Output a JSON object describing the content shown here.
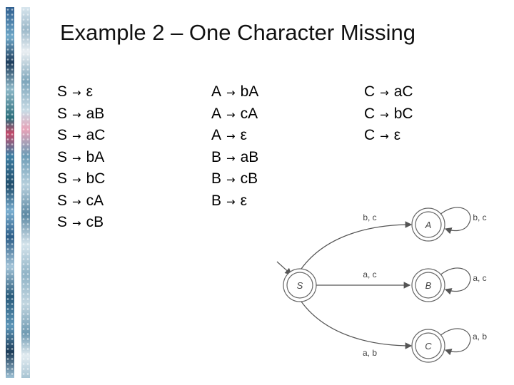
{
  "title": "Example 2 – One Character Missing",
  "arrow_symbol": "→",
  "rules": {
    "column1": [
      {
        "lhs": "S",
        "rhs": "ε"
      },
      {
        "lhs": "S",
        "rhs": "aB"
      },
      {
        "lhs": "S",
        "rhs": "aC"
      },
      {
        "lhs": "S",
        "rhs": "bA"
      },
      {
        "lhs": "S",
        "rhs": "bC"
      },
      {
        "lhs": "S",
        "rhs": "cA"
      },
      {
        "lhs": "S",
        "rhs": "cB"
      }
    ],
    "column2": [
      {
        "lhs": "A",
        "rhs": "bA"
      },
      {
        "lhs": "A",
        "rhs": "cA"
      },
      {
        "lhs": "A",
        "rhs": "ε"
      },
      {
        "lhs": "B",
        "rhs": "aB"
      },
      {
        "lhs": "B",
        "rhs": "cB"
      },
      {
        "lhs": "B",
        "rhs": "ε"
      }
    ],
    "column3": [
      {
        "lhs": "C",
        "rhs": "aC"
      },
      {
        "lhs": "C",
        "rhs": "bC"
      },
      {
        "lhs": "C",
        "rhs": "ε"
      }
    ]
  },
  "automaton": {
    "states": [
      "S",
      "A",
      "B",
      "C"
    ],
    "edge_labels": {
      "s_to_a": "b, c",
      "s_to_b": "a, c",
      "s_to_c": "a, b",
      "loop_a": "b, c",
      "loop_b": "a, c",
      "loop_c": "a, b"
    }
  }
}
